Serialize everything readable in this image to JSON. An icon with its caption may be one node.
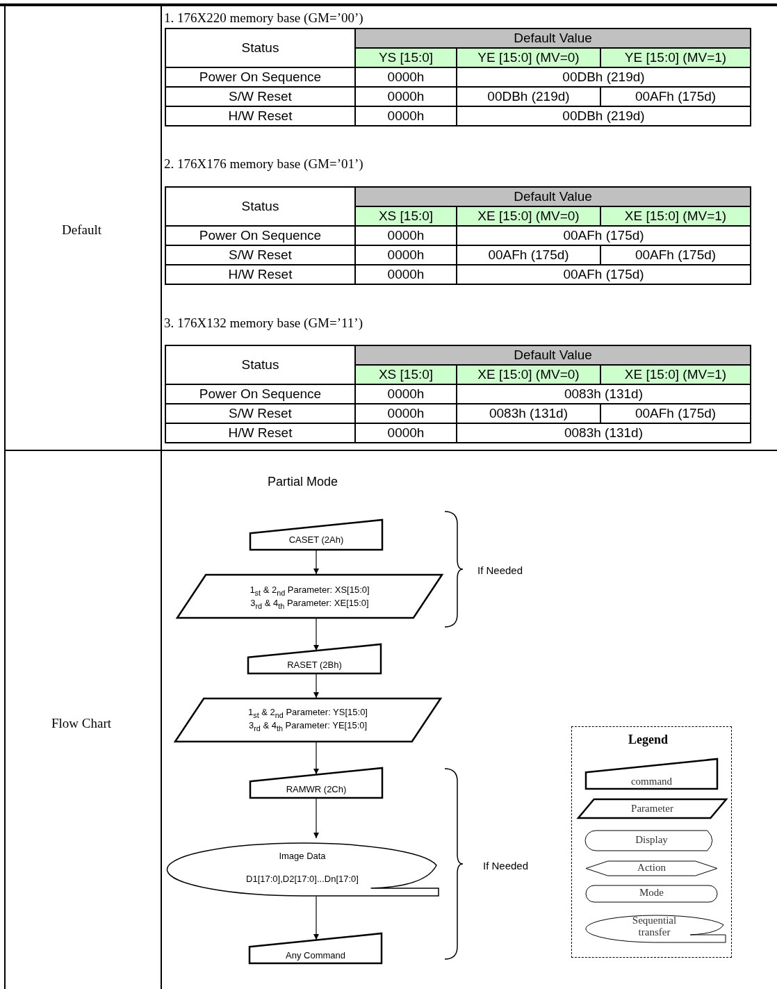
{
  "diagram": {
    "nodes": [
      {
        "text": [
          "CASET (2Ah)"
        ]
      },
      {
        "text": [
          "1$_{st}$ & 2$_{nd}$ Parameter: XS[15:0]",
          "3$_{rd}$ & 4$_{th}$ Parameter: XE[15:0]"
        ]
      },
      {
        "text": [
          "RASET (2Bh)"
        ]
      },
      {
        "text": [
          "1$_{st}$ & 2$_{nd}$ Parameter: YS[15:0]",
          "3$_{rd}$ & 4$_{th}$ Parameter: YE[15:0]"
        ]
      },
      {
        "text": [
          "RAMWR (2Ch)"
        ]
      },
      {
        "text": [
          "Image Data",
          "D1[17:0],D2[17:0]...Dn[17:0]"
        ]
      },
      {
        "text": [
          "Any Command"
        ]
      }
    ],
    "edges": [
      {
        "from": 0,
        "to": 1,
        "arrow": "to"
      },
      {
        "from": 1,
        "to": 2,
        "arrow": "to"
      },
      {
        "from": 2,
        "to": 3,
        "arrow": "to"
      },
      {
        "from": 3,
        "to": 4,
        "arrow": "to"
      },
      {
        "from": 4,
        "to": 5,
        "arrow": "to"
      },
      {
        "from": 5,
        "to": 6,
        "arrow": "to"
      }
    ],
    "labels": [
      "Default",
      "1. 176X220 memory base (GM=’00’)",
      "Status",
      "Default Value",
      "YS [15:0]",
      "YE [15:0] (MV=0)",
      "YE [15:0] (MV=1)",
      "Power On Sequence",
      "0000h",
      "00DBh (219d)",
      "S/W Reset",
      "0000h",
      "00DBh (219d)",
      "00AFh (175d)",
      "H/W Reset",
      "0000h",
      "00DBh (219d)",
      "2. 176X176 memory base (GM=’01’)",
      "Status",
      "Default Value",
      "XS [15:0]",
      "XE [15:0] (MV=0)",
      "XE [15:0] (MV=1)",
      "Power On Sequence",
      "0000h",
      "00AFh (175d)",
      "S/W Reset",
      "0000h",
      "00AFh (175d)",
      "00AFh (175d)",
      "H/W Reset",
      "0000h",
      "00AFh (175d)",
      "3. 176X132 memory base (GM=’11’)",
      "Status",
      "Default Value",
      "XS [15:0]",
      "XE [15:0] (MV=0)",
      "XE [15:0] (MV=1)",
      "Power On Sequence",
      "0000h",
      "0083h (131d)",
      "S/W Reset",
      "0000h",
      "0083h (131d)",
      "00AFh (175d)",
      "H/W Reset",
      "0000h",
      "0083h (131d)",
      "Partial Mode",
      "If Needed",
      "Flow Chart",
      "If Needed",
      "Legend"
    ],
    "legend": [
      {
        "text": "command"
      },
      {
        "text": "Parameter"
      },
      {
        "text": "Display"
      },
      {
        "text": "Action"
      },
      {
        "text": "Mode"
      },
      {
        "text": "Sequential transfer"
      }
    ]
  }
}
